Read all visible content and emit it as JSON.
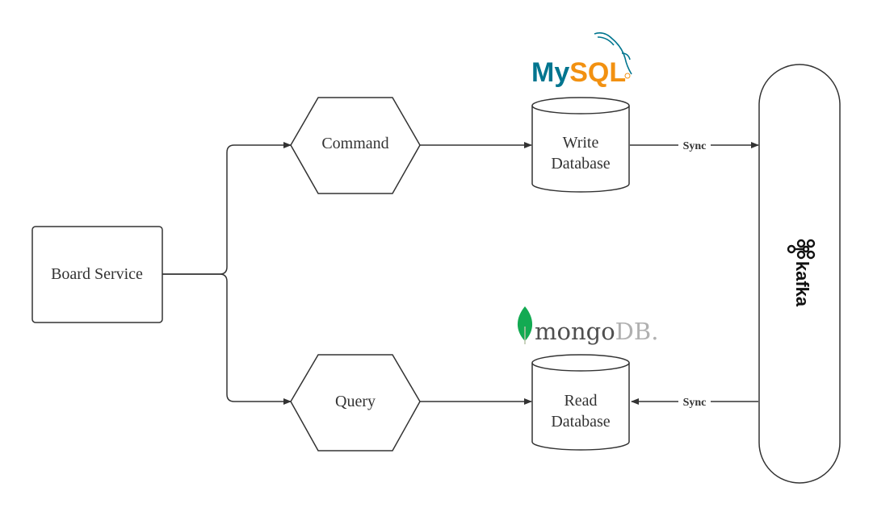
{
  "nodes": {
    "board_service": "Board Service",
    "command": "Command",
    "query": "Query",
    "write_db_line1": "Write",
    "write_db_line2": "Database",
    "read_db_line1": "Read",
    "read_db_line2": "Database"
  },
  "edges": {
    "write_sync": "Sync",
    "read_sync": "Sync"
  },
  "logos": {
    "mysql_my": "My",
    "mysql_sql": "SQL",
    "mongo_text": "mongo",
    "mongo_db": "DB.",
    "kafka": "kafka"
  },
  "colors": {
    "stroke": "#333333",
    "mysql_blue": "#00758f",
    "mysql_orange": "#f29111",
    "mongo_leaf": "#13aa52"
  }
}
